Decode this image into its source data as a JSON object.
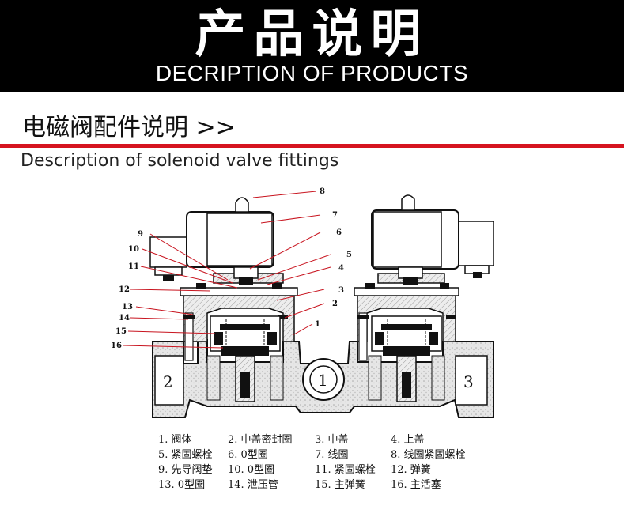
{
  "banner": {
    "title": "产品说明",
    "subtitle": "DECRIPTION OF PRODUCTS"
  },
  "section": {
    "title": "电磁阀配件说明 >>",
    "subtitle": "Description of solenoid valve fittings"
  },
  "diagram": {
    "callouts": [
      "1",
      "2",
      "3",
      "4",
      "5",
      "6",
      "7",
      "8",
      "9",
      "10",
      "11",
      "12",
      "13",
      "14",
      "15",
      "16"
    ],
    "port_labels": [
      "2",
      "1",
      "3"
    ]
  },
  "legend": [
    "1. 阀体",
    "2. 中盖密封圈",
    "3. 中盖",
    "4. 上盖",
    "5. 紧固螺栓",
    "6. 0型圈",
    "7. 线圈",
    "8. 线圈紧固螺栓",
    "9. 先导阀垫",
    "10. 0型圈",
    "11. 紧固螺栓",
    "12. 弹簧",
    "13. 0型圈",
    "14. 泄压管",
    "15. 主弹簧",
    "16. 主活塞"
  ],
  "colors": {
    "accent": "#d6141f",
    "banner_bg": "#000000"
  }
}
